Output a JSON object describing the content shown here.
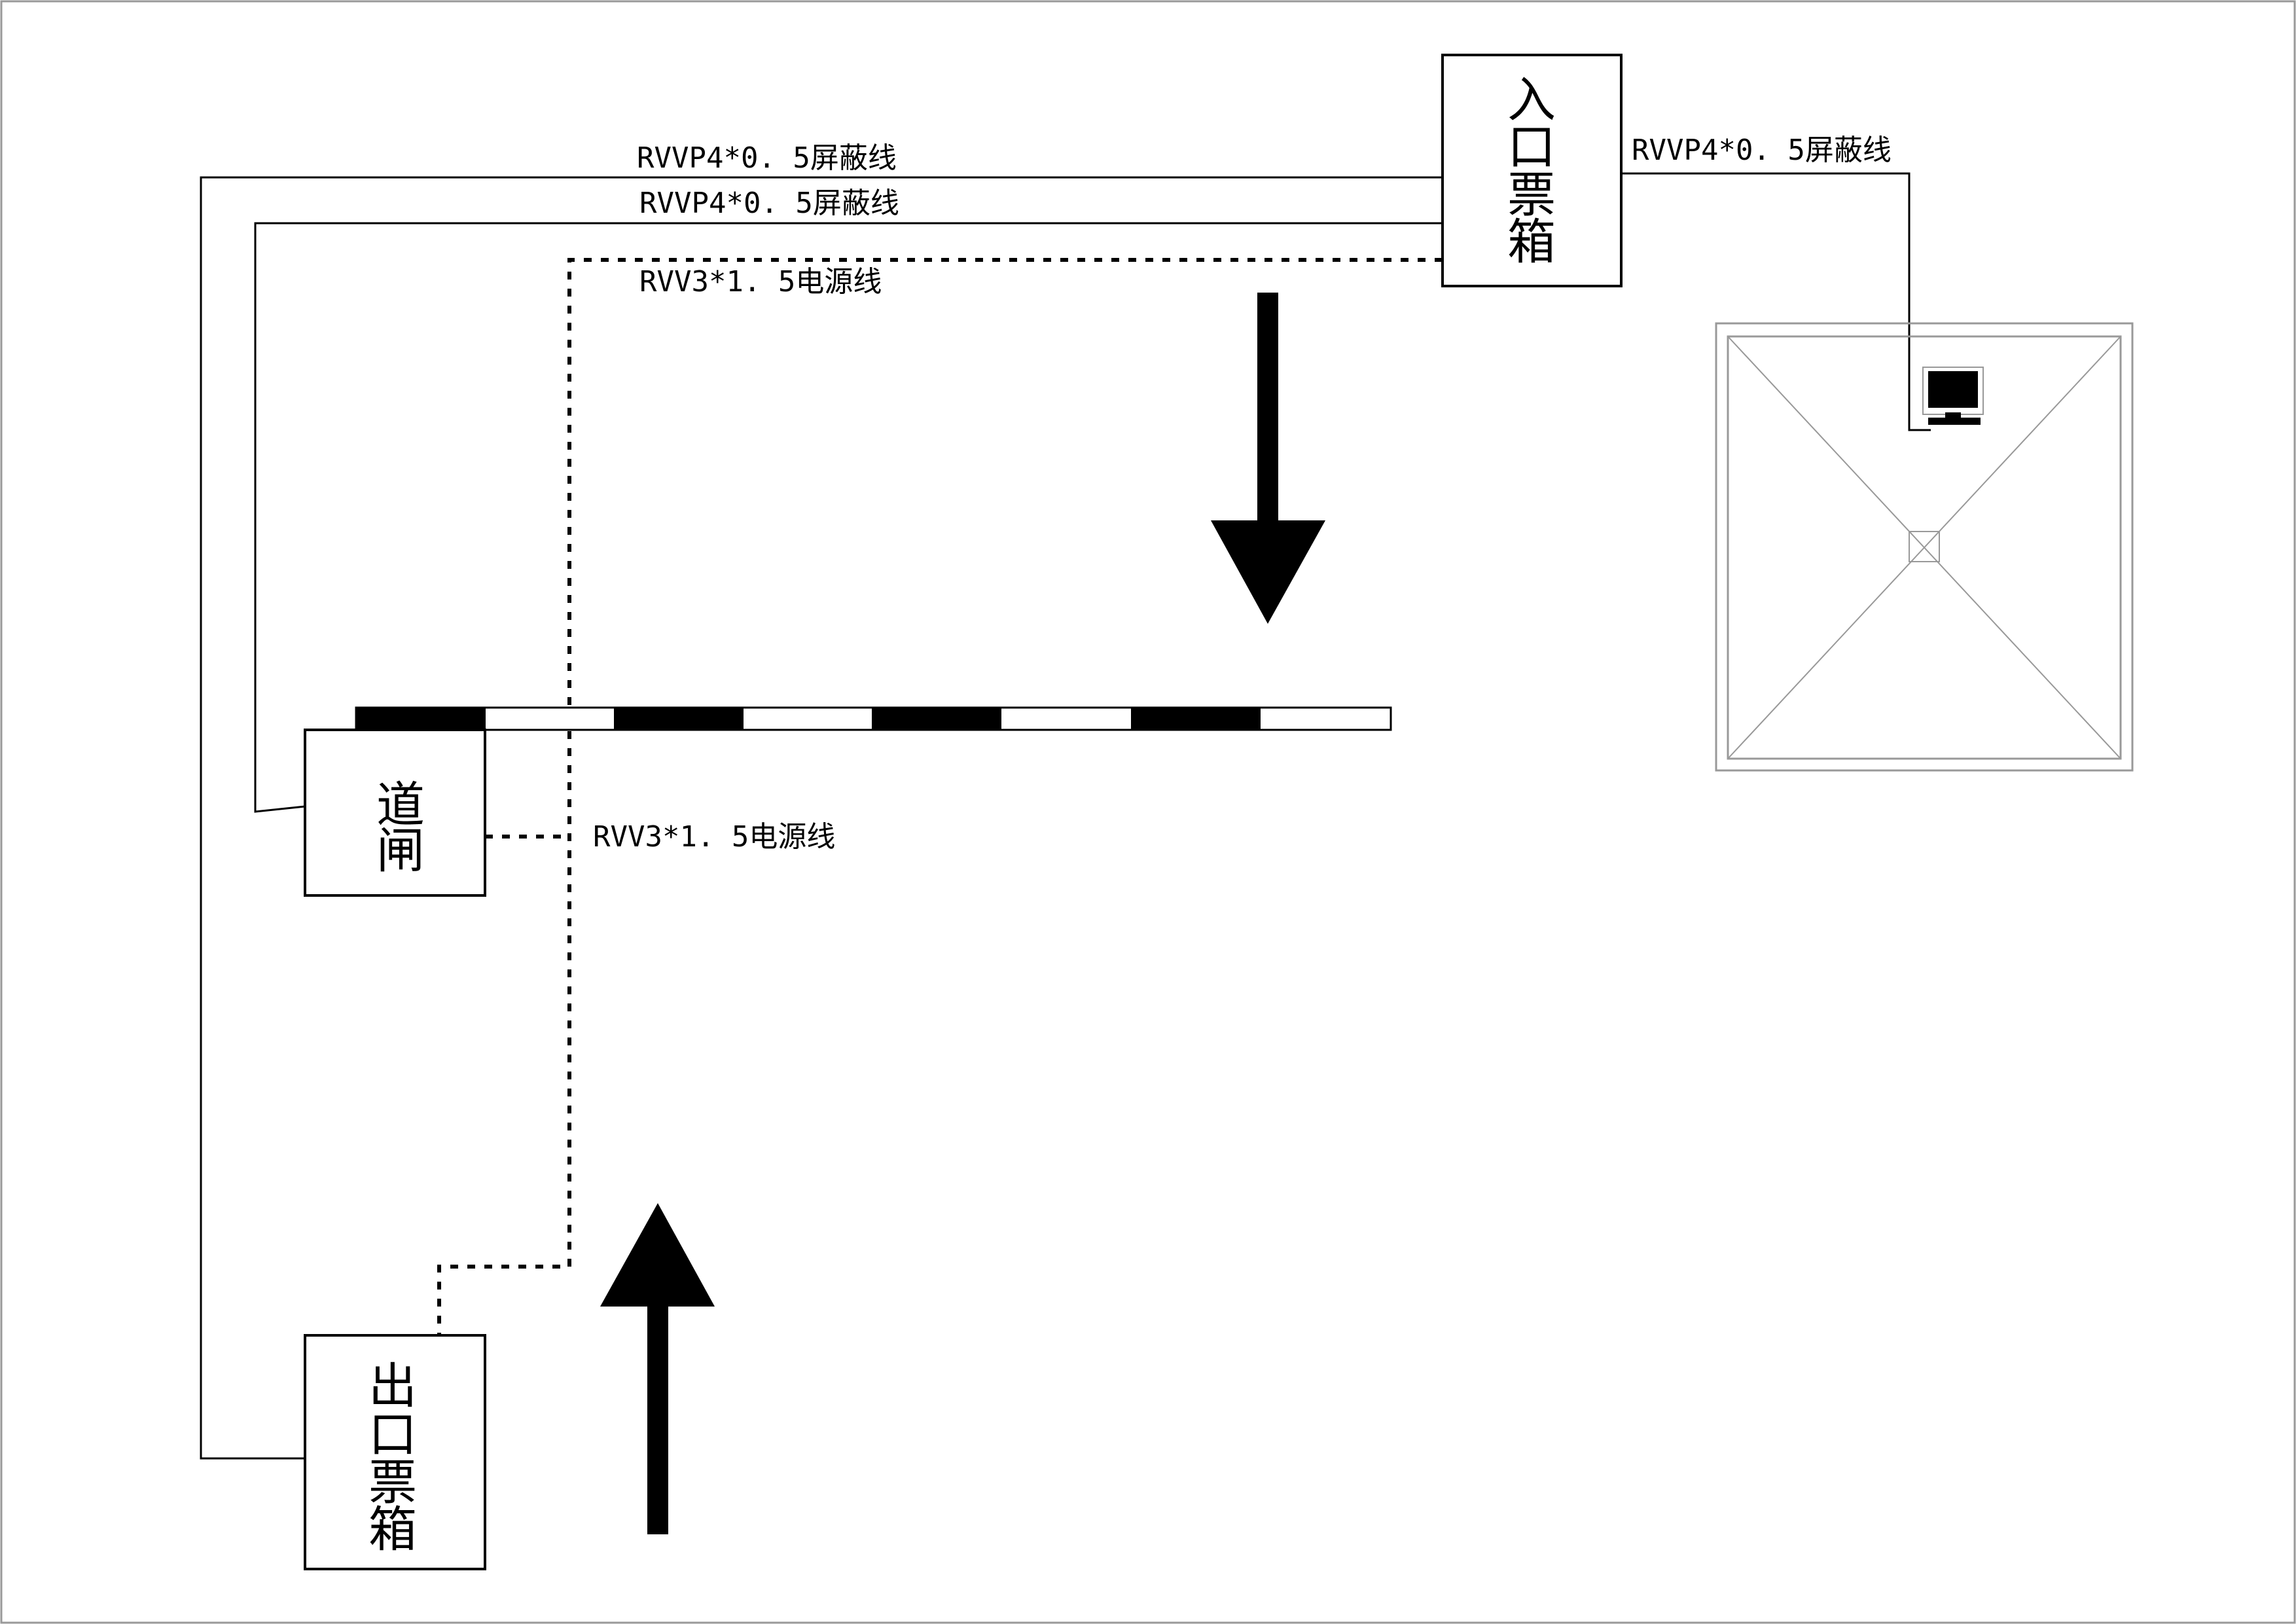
{
  "colors": {
    "line": "#000000",
    "thin_line": "#999999",
    "background": "#ffffff"
  },
  "devices": {
    "entry_box": {
      "label_lines": [
        "入",
        "口",
        "票",
        "箱"
      ]
    },
    "exit_box": {
      "label_lines": [
        "出",
        "口",
        "票",
        "箱"
      ]
    },
    "barrier_gate": {
      "label_lines": [
        "道",
        "闸"
      ]
    },
    "guard_booth": {
      "icon": "computer-monitor-icon"
    }
  },
  "cables": {
    "signal_top": "RVVP4*0. 5屏蔽线",
    "signal_second": "RVVP4*0. 5屏蔽线",
    "power_entry": "RVV3*1. 5电源线",
    "signal_to_booth": "RVVP4*0. 5屏蔽线",
    "power_gate": "RVV3*1. 5电源线"
  },
  "arrows": {
    "entry_lane": "down-arrow-icon",
    "exit_lane": "up-arrow-icon"
  }
}
